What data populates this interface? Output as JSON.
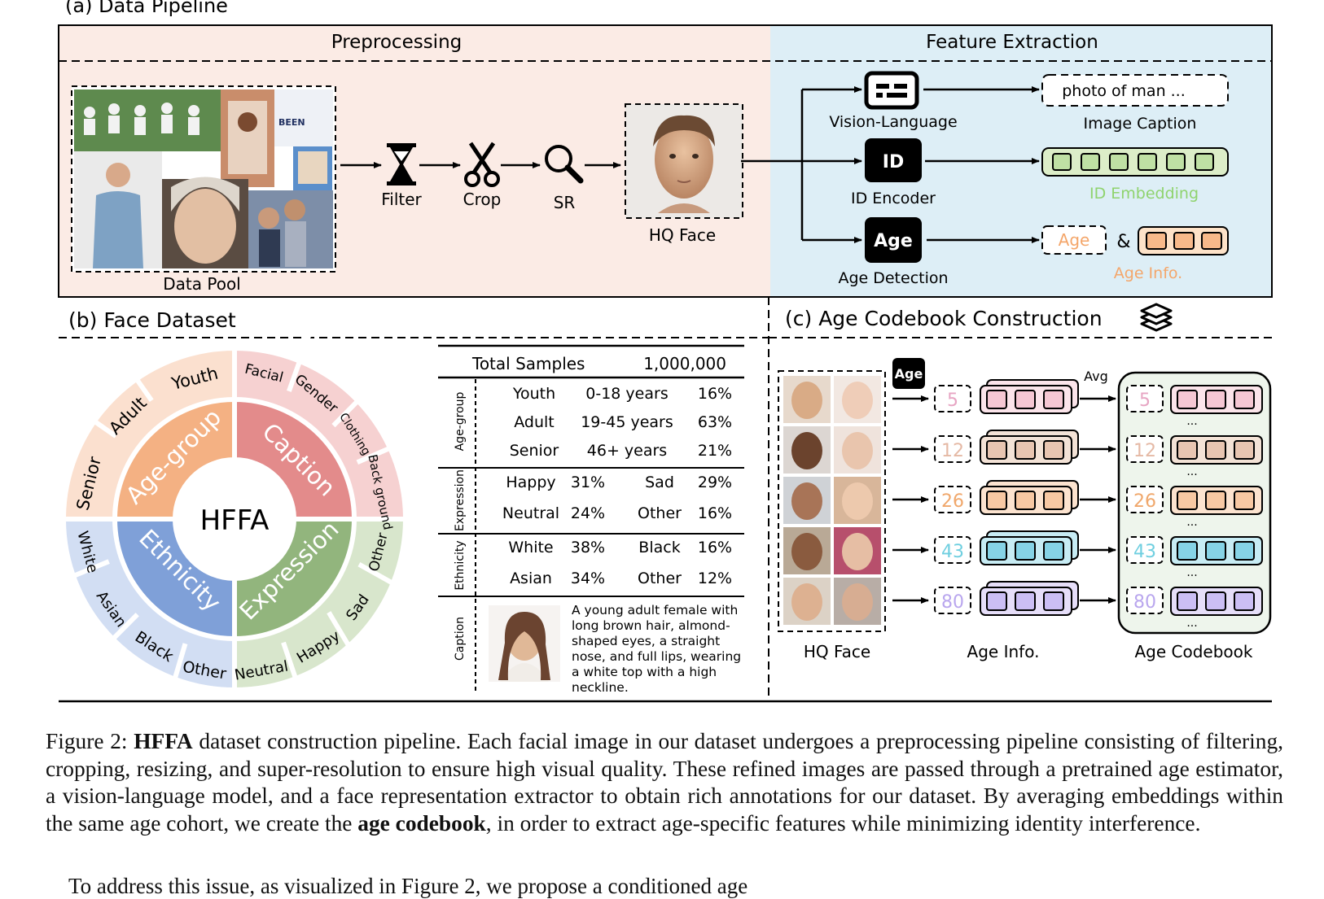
{
  "panel_a": {
    "title": "(a) Data Pipeline",
    "preprocessing": "Preprocessing",
    "feature_extraction": "Feature Extraction",
    "data_pool": "Data Pool",
    "steps": [
      "Filter",
      "Crop",
      "SR"
    ],
    "hq_face": "HQ Face",
    "vision_language": "Vision-Language",
    "photo_text": "photo of man ...",
    "image_caption": "Image Caption",
    "id_box": "ID",
    "id_encoder": "ID Encoder",
    "id_embedding": "ID Embedding",
    "age_box": "Age",
    "age_detection": "Age Detection",
    "age_output": "Age",
    "amp": "&",
    "age_info": "Age Info.",
    "photo_labels": [
      "BEEN"
    ]
  },
  "panel_b": {
    "title": "(b) Face Dataset",
    "center": "HFFA",
    "inner": [
      "Age-group",
      "Caption",
      "Expression",
      "Ethnicity"
    ],
    "outer_age": [
      "Senior",
      "Adult",
      "Youth"
    ],
    "outer_caption": [
      "Facial",
      "Gender",
      "Clothing",
      "Back ground"
    ],
    "outer_expression": [
      "Other",
      "Sad",
      "Happy",
      "Neutral"
    ],
    "outer_ethnicity": [
      "White",
      "Asian",
      "Black",
      "Other"
    ],
    "colors": {
      "age_inner": "#f4b183",
      "age_outer": "#fbe0cf",
      "caption_inner": "#e38b8b",
      "caption_outer": "#f6d1d1",
      "expr_inner": "#92b57d",
      "expr_outer": "#d8e6cc",
      "eth_inner": "#7fa0d8",
      "eth_outer": "#d2def3"
    }
  },
  "table": {
    "total_label": "Total Samples",
    "total_value": "1,000,000",
    "age_group_label": "Age-group",
    "age_rows": [
      [
        "Youth",
        "0-18 years",
        "16%"
      ],
      [
        "Adult",
        "19-45 years",
        "63%"
      ],
      [
        "Senior",
        "46+ years",
        "21%"
      ]
    ],
    "expression_label": "Expression",
    "expression_rows": [
      [
        "Happy",
        "31%",
        "Sad",
        "29%"
      ],
      [
        "Neutral",
        "24%",
        "Other",
        "16%"
      ]
    ],
    "ethnicity_label": "Ethnicity",
    "ethnicity_rows": [
      [
        "White",
        "38%",
        "Black",
        "16%"
      ],
      [
        "Asian",
        "34%",
        "Other",
        "12%"
      ]
    ],
    "caption_label": "Caption",
    "caption_lines": [
      "A young adult female with",
      "long brown hair, almond-",
      "shaped eyes, a straight",
      "nose, and full lips, wearing",
      "a white top with a high",
      "neckline."
    ]
  },
  "panel_c": {
    "title": "(c) Age Codebook Construction",
    "age_tag": "Age",
    "avg": "Avg",
    "ages": [
      "5",
      "12",
      "26",
      "43",
      "80"
    ],
    "ellipsis": "...",
    "hq_face": "HQ Face",
    "age_info": "Age Info.",
    "age_codebook": "Age Codebook",
    "colors": [
      {
        "num": "#e7a5c3",
        "cell": "#f5c7d3",
        "back": "#fbe4ea"
      },
      {
        "num": "#e5b9a5",
        "cell": "#e8c5b1",
        "back": "#f3e2d6"
      },
      {
        "num": "#f0a76b",
        "cell": "#f7c8a3",
        "back": "#fce3cf"
      },
      {
        "num": "#6fcfe0",
        "cell": "#86d3e6",
        "back": "#c7ecf4"
      },
      {
        "num": "#b9a6ee",
        "cell": "#cbbef4",
        "back": "#e6def9"
      }
    ]
  },
  "caption": {
    "fig_label": "Figure 2:",
    "bold1": "HFFA",
    "text1": "dataset construction pipeline. Each facial image in our dataset undergoes a preprocessing pipeline consisting of filtering, cropping, resizing, and super-resolution to ensure high visual quality. These refined images are passed through a pretrained age estimator, a vision-language model, and a face representation extractor to obtain rich annotations for our dataset. By averaging embeddings within the same age cohort, we create the",
    "bold2": "age codebook",
    "text2": ", in order to extract age-specific features while minimizing identity interference.",
    "next_line": "To address this issue, as visualized in Figure 2, we propose a conditioned age"
  }
}
